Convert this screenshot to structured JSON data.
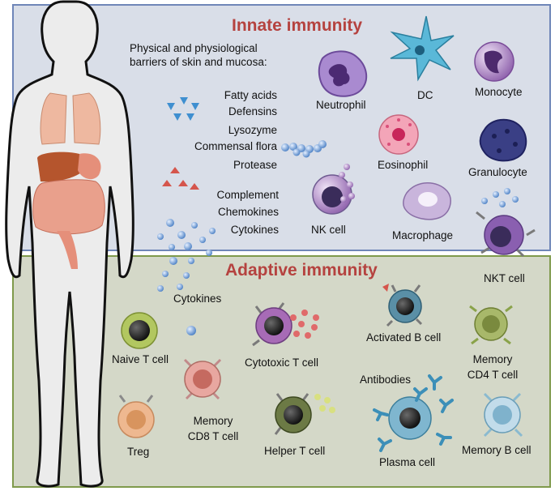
{
  "innate": {
    "title": "Innate immunity",
    "barriers_line1": "Physical and physiological",
    "barriers_line2": "barriers of skin and mucosa:",
    "molecules": [
      "Fatty acids",
      "Defensins",
      "Lysozyme",
      "Commensal flora",
      "Protease",
      "Complement",
      "Chemokines",
      "Cytokines"
    ],
    "cells": {
      "neutrophil": "Neutrophil",
      "dc": "DC",
      "monocyte": "Monocyte",
      "eosinophil": "Eosinophil",
      "granulocyte": "Granulocyte",
      "nk": "NK cell",
      "macrophage": "Macrophage",
      "nkt": "NKT cell"
    }
  },
  "adaptive": {
    "title": "Adaptive immunity",
    "cytokines": "Cytokines",
    "antibodies": "Antibodies",
    "cells": {
      "naive_t": "Naive T cell",
      "cytotoxic_t": "Cytotoxic T cell",
      "activated_b": "Activated B cell",
      "memory_cd4_1": "Memory",
      "memory_cd4_2": "CD4 T cell",
      "treg": "Treg",
      "memory_cd8_1": "Memory",
      "memory_cd8_2": "CD8 T cell",
      "helper_t": "Helper T cell",
      "plasma": "Plasma cell",
      "memory_b": "Memory B cell"
    }
  },
  "colors": {
    "innate_bg": "#d9dee8",
    "innate_border": "#6f86b8",
    "adaptive_bg": "#d4d8c8",
    "adaptive_border": "#7f9a4c",
    "title": "#b5423f"
  }
}
